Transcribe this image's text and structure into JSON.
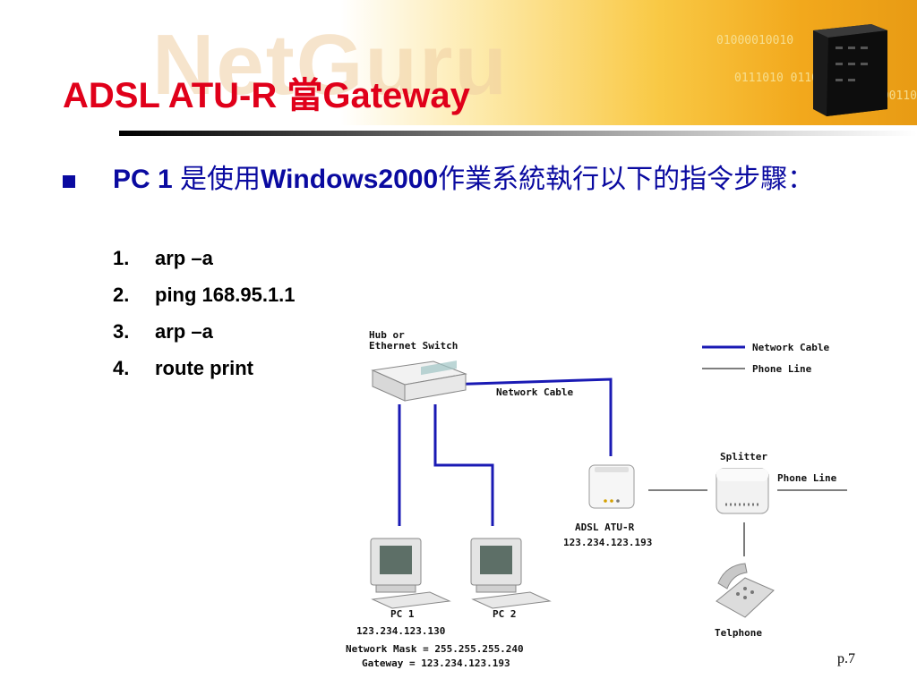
{
  "slide": {
    "title": "ADSL ATU-R 當Gateway",
    "watermark": "NetGuru",
    "binary_lines": [
      "01000010010",
      "0111010 01100",
      "110 01000110"
    ],
    "bullet_text_a": "PC 1 ",
    "bullet_text_b": "是使用",
    "bullet_text_c": "Windows2000",
    "bullet_text_d": "作業系統執行以下的指令步驟：",
    "steps": [
      {
        "num": "1.",
        "text": "arp –a"
      },
      {
        "num": "2.",
        "text": "ping 168.95.1.1"
      },
      {
        "num": "3.",
        "text": "arp –a"
      },
      {
        "num": "4.",
        "text": "route print"
      }
    ],
    "page_number": "p.7"
  },
  "diagram": {
    "hub_label_1": "Hub or",
    "hub_label_2": "Ethernet Switch",
    "cable_label": "Network Cable",
    "legend_network": "Network Cable",
    "legend_phone": "Phone Line",
    "splitter_label": "Splitter",
    "phone_line_label": "Phone Line",
    "atur_label": "ADSL ATU-R",
    "atur_ip": "123.234.123.193",
    "telephone_label": "Telphone",
    "pc1_label": "PC 1",
    "pc2_label": "PC 2",
    "pc1_ip": "123.234.123.130",
    "network_mask": "Network Mask = 255.255.255.240",
    "gateway": "Gateway = 123.234.123.193",
    "colors": {
      "network_cable": "#1a1ab4",
      "phone_line": "#333333"
    }
  }
}
